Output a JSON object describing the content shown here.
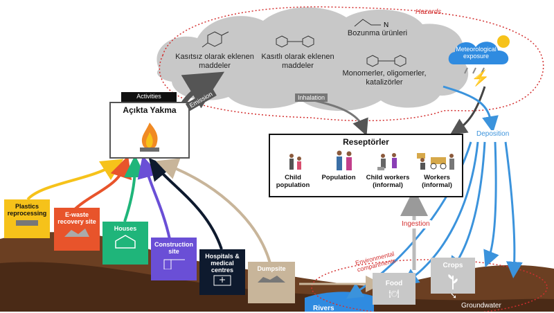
{
  "hazards": {
    "title": "Hazards",
    "unintentional": "Kasıtsız olarak eklenen maddeler",
    "intentional": "Kasıtlı olarak eklenen maddeler",
    "degradation": "Bozunma ürünleri",
    "monomers": "Monomerler, oligomerler, katalizörler"
  },
  "weather": {
    "label": "Meteorological exposure"
  },
  "activities": {
    "header": "Activities",
    "title": "Açıkta Yakma"
  },
  "flows": {
    "emission": "Emission",
    "inhalation": "Inhalation",
    "deposition": "Deposition",
    "ingestion": "Ingestion",
    "environmental": "Environmental compartments",
    "groundwater": "Groundwater",
    "rivers": "Rivers"
  },
  "receptors": {
    "title": "Reseptörler",
    "items": [
      {
        "label": "Child population"
      },
      {
        "label": "Population"
      },
      {
        "label": "Child workers (informal)"
      },
      {
        "label": "Workers (informal)"
      }
    ]
  },
  "sources": [
    {
      "label": "Plastics reprocessing",
      "color": "#f6c21a"
    },
    {
      "label": "E-waste recovery site",
      "color": "#e8542b"
    },
    {
      "label": "Houses",
      "color": "#1fb57a"
    },
    {
      "label": "Construction site",
      "color": "#6a4fd6"
    },
    {
      "label": "Hospitals & medical centres",
      "color": "#0e1a2e"
    },
    {
      "label": "Dumpsite",
      "color": "#c8b59a"
    }
  ],
  "compartments": {
    "food": "Food",
    "crops": "Crops"
  }
}
